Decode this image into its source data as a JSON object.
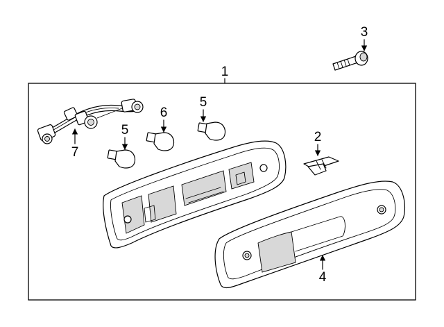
{
  "diagram": {
    "callouts": {
      "assembly": "1",
      "bracket": "2",
      "bolt": "3",
      "lens": "4",
      "bulb_left": "5",
      "bulb_right": "5",
      "bulb_middle": "6",
      "harness": "7"
    }
  }
}
